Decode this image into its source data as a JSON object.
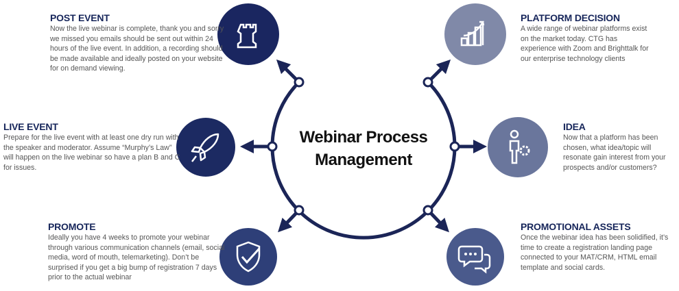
{
  "title": "Webinar Process Management",
  "title_lines": [
    "Webinar Process",
    "Management"
  ],
  "colors": {
    "ring": "#1b2557",
    "dark": "#1d2b63",
    "mid": "#3d4e85",
    "light": "#8089a8",
    "heading": "#16255a"
  },
  "steps": [
    {
      "title": "POST EVENT",
      "text": "Now the live webinar is complete, thank you and sorry we missed you emails should be sent out within 24 hours of the live event.  In addition, a recording should be made available and ideally posted on your website for on demand viewing.",
      "icon": "chess-rook-icon"
    },
    {
      "title": "LIVE EVENT",
      "text": "Prepare for the live event with at least one dry run with the speaker and moderator.  Assume “Murphy’s Law” will happen on the live webinar so have a plan B and C for issues.",
      "icon": "rocket-icon"
    },
    {
      "title": "PROMOTE",
      "text": "Ideally you have 4 weeks to promote your webinar through various communication channels (email, social media, word of mouth, telemarketing). Don’t be surprised if you get a big bump of registration 7 days prior to the actual webinar",
      "icon": "shield-check-icon"
    },
    {
      "title": "PLATFORM DECISION",
      "text": "A wide range of webinar platforms exist on the market today.  CTG has experience with Zoom and Brighttalk for our enterprise technology clients",
      "icon": "growth-chart-icon"
    },
    {
      "title": "IDEA",
      "text": "Now that a platform has been chosen, what idea/topic will resonate gain interest from your prospects and/or customers?",
      "icon": "person-gear-icon"
    },
    {
      "title": "PROMOTIONAL ASSETS",
      "text": "Once the webinar idea has been solidified, it’s time to create a registration landing page connected to your MAT/CRM, HTML email template and social cards.",
      "icon": "chat-bubbles-icon"
    }
  ]
}
